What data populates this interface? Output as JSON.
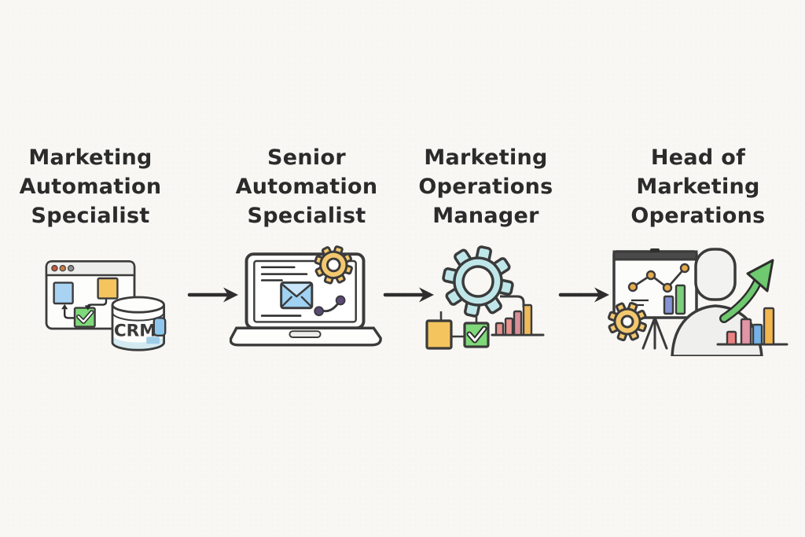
{
  "diagram": {
    "type": "career-progression-flow",
    "background_color": "#f8f7f4",
    "text_color": "#2b2b2b",
    "arrow_color": "#2e2e2e"
  },
  "stages": [
    {
      "title": "Marketing Automation Specialist",
      "lines": [
        "Marketing",
        "Automation",
        "Specialist"
      ],
      "icon": "browser-workflow-crm",
      "icon_label": "CRM"
    },
    {
      "title": "Senior Automation Specialist",
      "lines": [
        "Senior",
        "Automation",
        "Specialist"
      ],
      "icon": "laptop-email-automation"
    },
    {
      "title": "Marketing Operations Manager",
      "lines": [
        "Marketing",
        "Operations",
        "Manager"
      ],
      "icon": "gear-workflow-barchart"
    },
    {
      "title": "Head of Marketing Operations",
      "lines": [
        "Head of",
        "Marketing",
        "Operations"
      ],
      "icon": "leader-dashboard-growth"
    }
  ],
  "arrows": [
    {
      "from": "Marketing Automation Specialist",
      "to": "Senior Automation Specialist"
    },
    {
      "from": "Senior Automation Specialist",
      "to": "Marketing Operations Manager"
    },
    {
      "from": "Marketing Operations Manager",
      "to": "Head of Marketing Operations"
    }
  ],
  "palette": {
    "blue": "#a9d3f2",
    "yellow": "#f4c55e",
    "green": "#7fd97a",
    "teal": "#bfe7ea",
    "salmon": "#e8948f",
    "pink": "#e295a5",
    "purple": "#5a4a78",
    "growth_green": "#6fc96f",
    "outline": "#3b3b3b"
  }
}
